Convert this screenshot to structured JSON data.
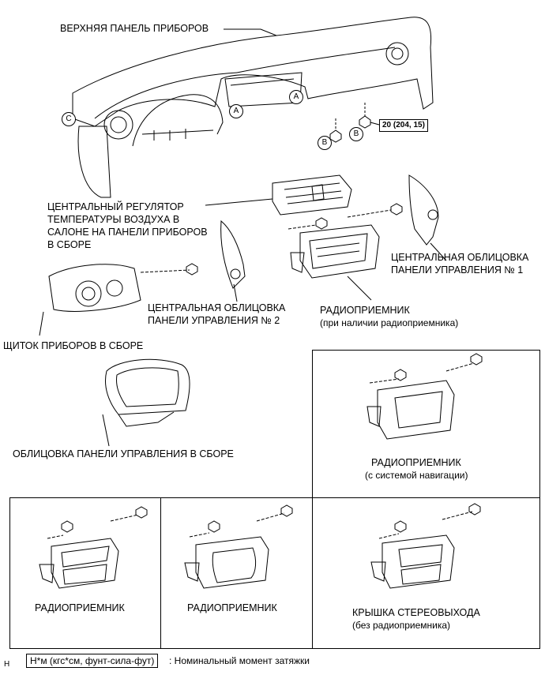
{
  "labels": {
    "upper_panel": "ВЕРХНЯЯ ПАНЕЛЬ ПРИБОРОВ",
    "center_regulator": [
      "ЦЕНТРАЛЬНЫЙ РЕГУЛЯТОР",
      "ТЕМПЕРАТУРЫ ВОЗДУХА В",
      "САЛОНЕ НА ПАНЕЛИ ПРИБОРОВ",
      "В СБОРЕ"
    ],
    "center_cover_1": [
      "ЦЕНТРАЛЬНАЯ ОБЛИЦОВКА",
      "ПАНЕЛИ УПРАВЛЕНИЯ № 1"
    ],
    "center_cover_2": [
      "ЦЕНТРАЛЬНАЯ ОБЛИЦОВКА",
      "ПАНЕЛИ УПРАВЛЕНИЯ № 2"
    ],
    "radio_main": "РАДИОПРИЕМНИК",
    "radio_main_note": "(при наличии радиоприемника)",
    "instrument_cluster": "ЩИТОК ПРИБОРОВ В СБОРЕ",
    "panel_cover_assembly": "ОБЛИЦОВКА ПАНЕЛИ УПРАВЛЕНИЯ В СБОРЕ",
    "radio_nav": "РАДИОПРИЕМНИК",
    "radio_nav_note": "(с системой навигации)",
    "radio_variant_1": "РАДИОПРИЕМНИК",
    "radio_variant_2": "РАДИОПРИЕМНИК",
    "stereo_cover": "КРЫШКА СТЕРЕОВЫХОДА",
    "stereo_cover_note": "(без радиоприемника)"
  },
  "torque_spec": "20 (204, 15)",
  "markers": {
    "A": "A",
    "B": "B",
    "C": "C"
  },
  "legend": {
    "box_text": "Н*м (кгс*см, фунт-сила-фут)",
    "description": ": Номинальный момент затяжки",
    "corner_letter": "H"
  }
}
